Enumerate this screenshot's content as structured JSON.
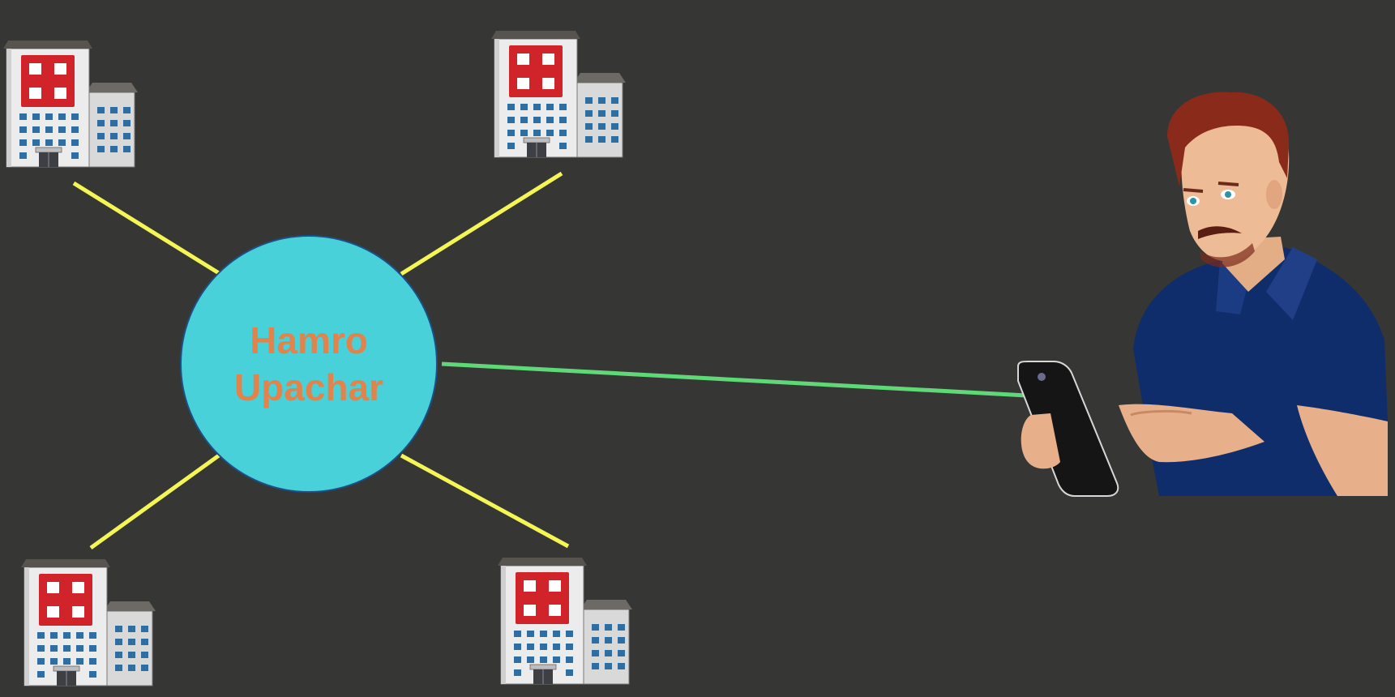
{
  "hub": {
    "line1": "Hamro",
    "line2": "Upachar",
    "fill_color": "#48D1D8",
    "border_color": "#1E4E86",
    "text_color": "#E3834C"
  },
  "connections": {
    "hospital_link_color": "#F4F655",
    "user_link_color": "#5FD977"
  },
  "nodes": [
    {
      "name": "hospital-top-left",
      "icon": "hospital-building-icon"
    },
    {
      "name": "hospital-top-right",
      "icon": "hospital-building-icon"
    },
    {
      "name": "hospital-bottom-left",
      "icon": "hospital-building-icon"
    },
    {
      "name": "hospital-bottom-right",
      "icon": "hospital-building-icon"
    },
    {
      "name": "user-with-phone",
      "icon": "person-holding-phone-icon"
    }
  ],
  "background_color": "#363734"
}
